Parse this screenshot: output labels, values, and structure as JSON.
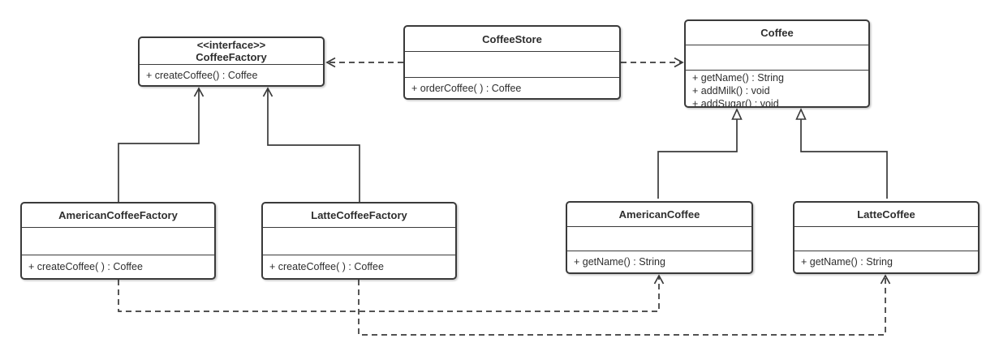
{
  "diagram": {
    "kind": "UML class diagram",
    "pattern": "Factory Method / Simple Factory (coffee example)"
  },
  "colors": {
    "line": "#3a3a3a",
    "bg": "#ffffff",
    "text": "#2e2e2e"
  },
  "classes": {
    "coffeeFactory": {
      "stereotype": "<<interface>>",
      "name": "CoffeeFactory",
      "methods": [
        "+ createCoffee() : Coffee"
      ]
    },
    "coffeeStore": {
      "name": "CoffeeStore",
      "methods": [
        "+ orderCoffee( ) : Coffee"
      ]
    },
    "coffee": {
      "name": "Coffee",
      "methods": [
        "+ getName() : String",
        "+ addMilk() : void",
        "+ addSugar() : void"
      ]
    },
    "americanCoffeeFactory": {
      "name": "AmericanCoffeeFactory",
      "methods": [
        "+ createCoffee( ) : Coffee"
      ]
    },
    "latteCoffeeFactory": {
      "name": "LatteCoffeeFactory",
      "methods": [
        "+ createCoffee( ) : Coffee"
      ]
    },
    "americanCoffee": {
      "name": "AmericanCoffee",
      "methods": [
        "+ getName() : String"
      ]
    },
    "latteCoffee": {
      "name": "LatteCoffee",
      "methods": [
        "+ getName() : String"
      ]
    }
  },
  "relationships": [
    {
      "from": "CoffeeStore",
      "to": "CoffeeFactory",
      "type": "dependency",
      "style": "dashed-open-arrow"
    },
    {
      "from": "CoffeeStore",
      "to": "Coffee",
      "type": "dependency",
      "style": "dashed-open-arrow"
    },
    {
      "from": "AmericanCoffeeFactory",
      "to": "CoffeeFactory",
      "type": "realization",
      "style": "solid-open-arrow"
    },
    {
      "from": "LatteCoffeeFactory",
      "to": "CoffeeFactory",
      "type": "realization",
      "style": "solid-open-arrow"
    },
    {
      "from": "AmericanCoffee",
      "to": "Coffee",
      "type": "generalization",
      "style": "solid-hollow-triangle"
    },
    {
      "from": "LatteCoffee",
      "to": "Coffee",
      "type": "generalization",
      "style": "solid-hollow-triangle"
    },
    {
      "from": "AmericanCoffeeFactory",
      "to": "AmericanCoffee",
      "type": "dependency",
      "style": "dashed-open-arrow"
    },
    {
      "from": "LatteCoffeeFactory",
      "to": "LatteCoffee",
      "type": "dependency",
      "style": "dashed-open-arrow"
    }
  ]
}
